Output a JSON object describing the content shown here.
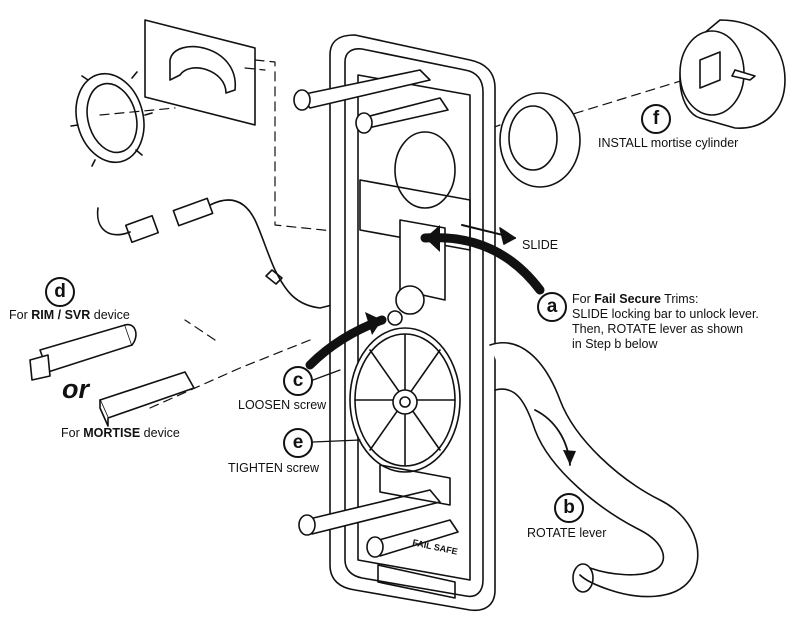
{
  "steps": {
    "a": {
      "letter": "a",
      "line1_prefix": "For ",
      "line1_bold": "Fail Secure",
      "line1_suffix": " Trims:",
      "line2": "SLIDE locking bar to unlock lever.",
      "line3": "Then, ROTATE lever as shown",
      "line4": "in Step b below"
    },
    "b": {
      "letter": "b",
      "label": "ROTATE lever"
    },
    "c": {
      "letter": "c",
      "label": "LOOSEN screw"
    },
    "d": {
      "letter": "d",
      "prefix": "For ",
      "bold": "RIM / SVR",
      "suffix": " device"
    },
    "e": {
      "letter": "e",
      "label": "TIGHTEN screw"
    },
    "f": {
      "letter": "f",
      "label": "INSTALL mortise cylinder"
    }
  },
  "slide_label": "SLIDE",
  "or_text": "or",
  "mortise": {
    "prefix": "For ",
    "bold": "MORTISE",
    "suffix": " device"
  },
  "housing_text": "FAIL SAFE",
  "colors": {
    "line": "#111111",
    "background": "#ffffff"
  }
}
